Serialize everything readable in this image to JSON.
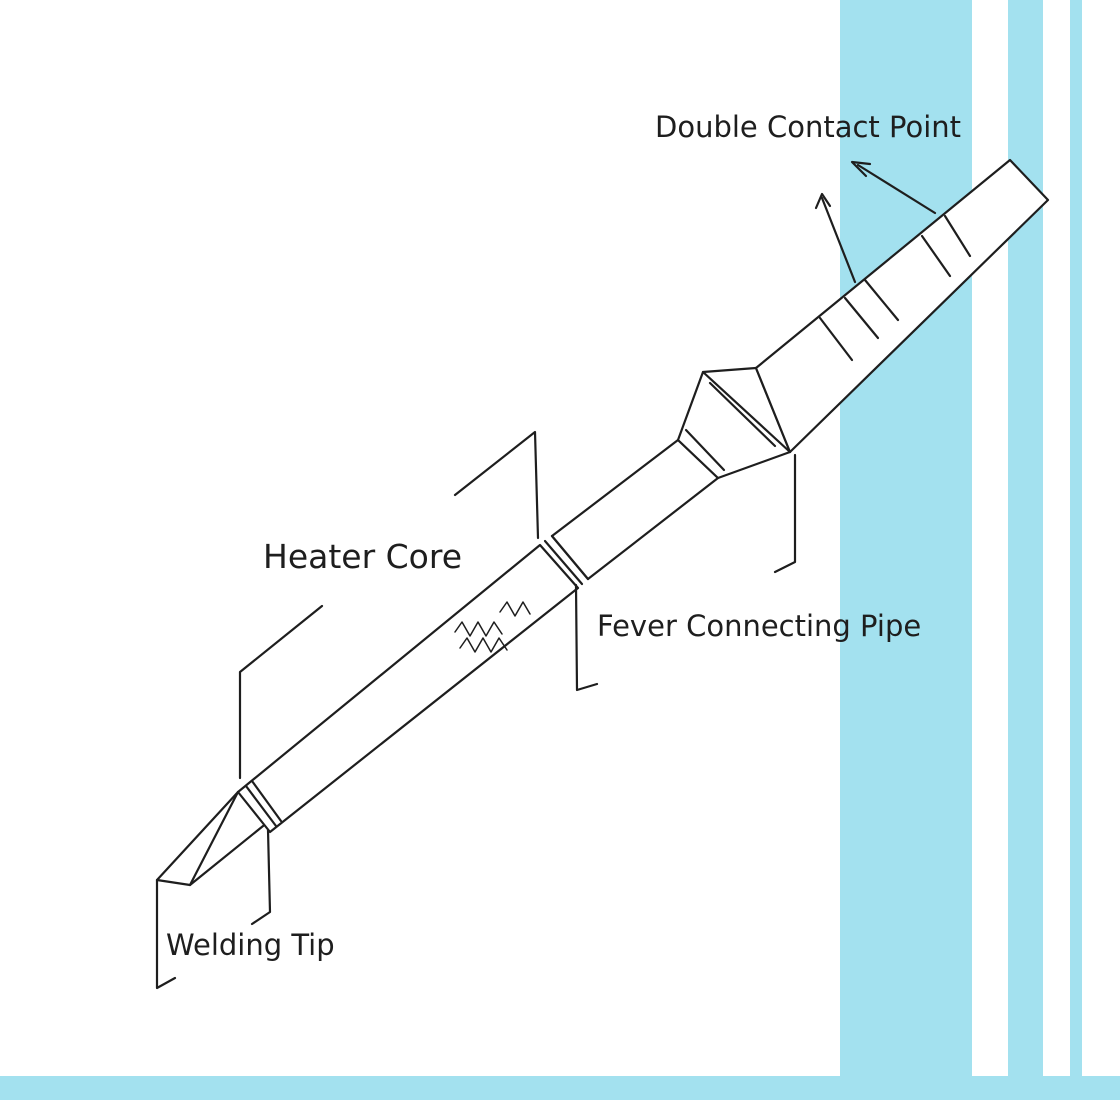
{
  "labels": {
    "double_contact_point": "Double Contact Point",
    "heater_core": "Heater Core",
    "fever_connecting_pipe": "Fever Connecting Pipe",
    "welding_tip": "Welding Tip"
  },
  "colors": {
    "background": "#ffffff",
    "stripe": "#a3e1ef",
    "line": "#1e1e1e"
  }
}
